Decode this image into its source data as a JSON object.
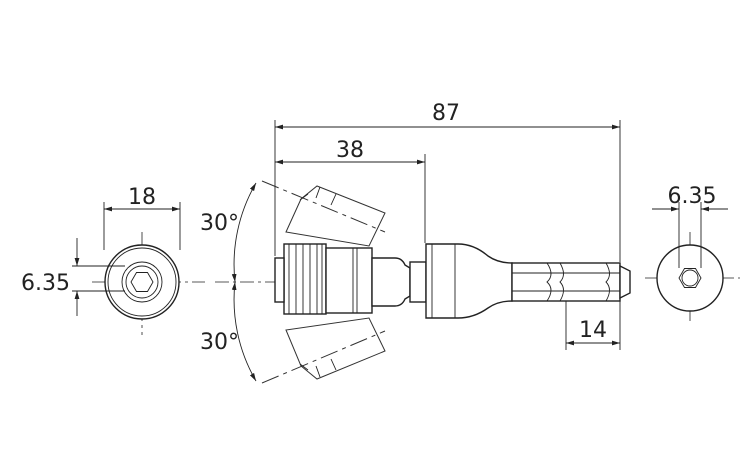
{
  "dimensions": {
    "overall_length": "87",
    "sleeve_length": "38",
    "hex_shank_length": "14",
    "socket_diameter": "18",
    "socket_hex_size": "6.35",
    "shank_hex_size": "6.35",
    "swivel_angle_upper": "30°",
    "swivel_angle_lower": "30°"
  }
}
